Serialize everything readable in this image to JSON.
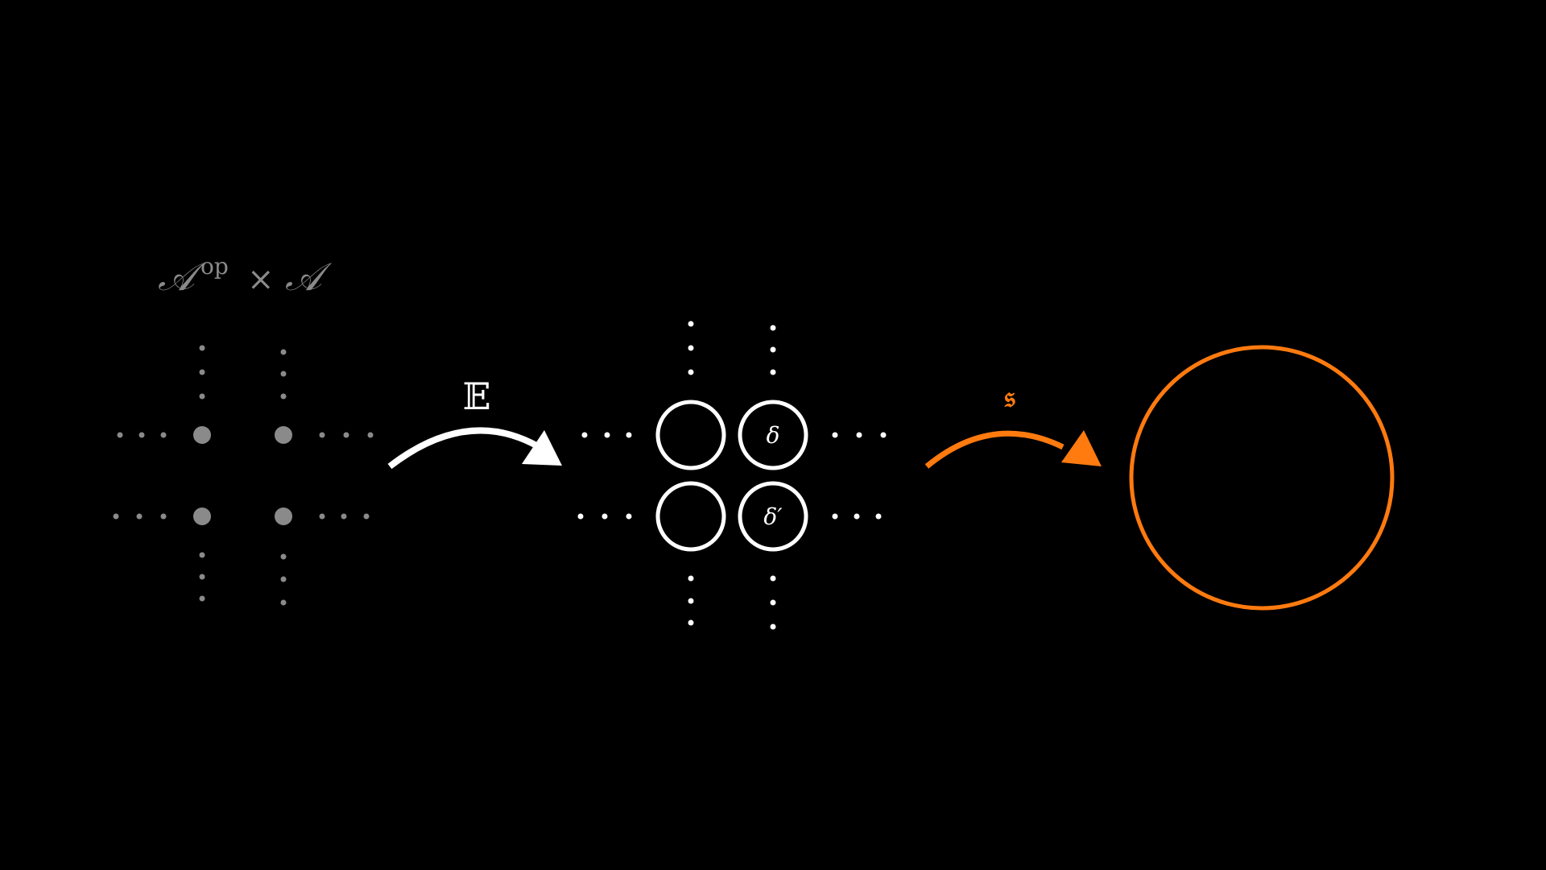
{
  "colors": {
    "background": "#000000",
    "source": "#8a8a8a",
    "target": "#ffffff",
    "morphism_s": "#ff7a0f"
  },
  "source_category": {
    "label_main": "𝒜",
    "label_sup": "op",
    "label_times": "×",
    "label_second": "𝒜"
  },
  "functor_E": {
    "label": "𝔼"
  },
  "grid_objects": {
    "delta": "δ",
    "delta_prime": "δ′"
  },
  "morphism_s": {
    "label": "𝔰"
  }
}
